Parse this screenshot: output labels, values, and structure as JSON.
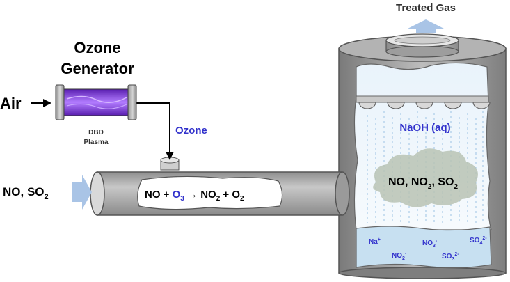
{
  "generator": {
    "title_line1": "Ozone",
    "title_line2": "Generator",
    "sub_line1": "DBD",
    "sub_line2": "Plasma"
  },
  "inputs": {
    "air": "Air",
    "gas": "NO, SO",
    "gas_sub": "2"
  },
  "ozone_label": "Ozone",
  "reaction": {
    "no": "NO + ",
    "o3": "O",
    "o3_sub": "3",
    "arrow": " → ",
    "no2": "NO",
    "no2_sub": "2",
    "plus": " + O",
    "o2_sub": "2"
  },
  "tower": {
    "output_label": "Treated Gas",
    "scrubber": "NaOH (aq)",
    "gas_cloud": {
      "p1": "NO, NO",
      "s1": "2",
      "p2": ", SO",
      "s2": "2"
    }
  },
  "ions": {
    "na": "Na",
    "na_sup": "+",
    "no3": "NO",
    "no3_sub": "3",
    "no3_sup": "-",
    "so4": "SO",
    "so4_sub": "4",
    "so4_sup": "2-",
    "no2": "NO",
    "no2_sub": "2",
    "no2_sup": "-",
    "so3": "SO",
    "so3_sub": "3",
    "so3_sup": "2-"
  },
  "colors": {
    "accent_blue": "#3333cc",
    "pipe_gray": "#a6a6a6",
    "plasma_purple": "#8b3fe0",
    "arrow_light_blue": "#a9c4e6",
    "liquid_blue": "#c7e0f1"
  }
}
